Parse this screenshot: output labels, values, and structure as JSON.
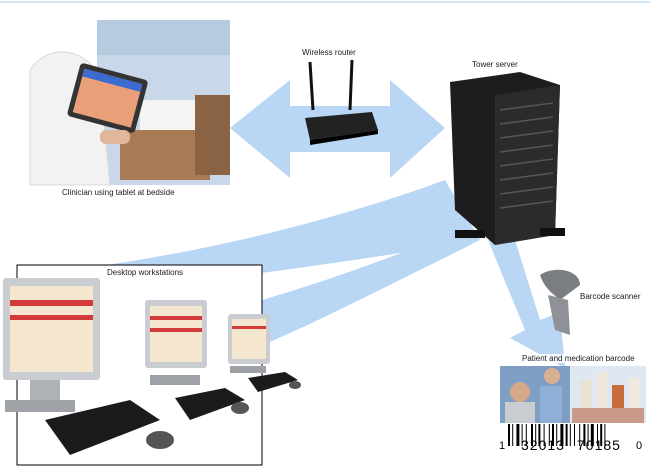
{
  "diagram": {
    "nodes": [
      {
        "id": "clinician-tablet",
        "label": "Clinician using tablet at bedside"
      },
      {
        "id": "wireless-router",
        "label": "Wireless router"
      },
      {
        "id": "server",
        "label": "Tower server"
      },
      {
        "id": "workstations",
        "label": "Desktop workstations"
      },
      {
        "id": "barcode-scanner",
        "label": "Barcode scanner"
      },
      {
        "id": "patient-medication",
        "label": "Patient and medication barcode"
      }
    ],
    "barcode": {
      "lead": "1",
      "left_group": "32013",
      "right_group": "70185",
      "check": "0"
    },
    "colors": {
      "arrow": "#b9d6f5",
      "frame": "#000000",
      "server": "#1d1d1f"
    }
  }
}
